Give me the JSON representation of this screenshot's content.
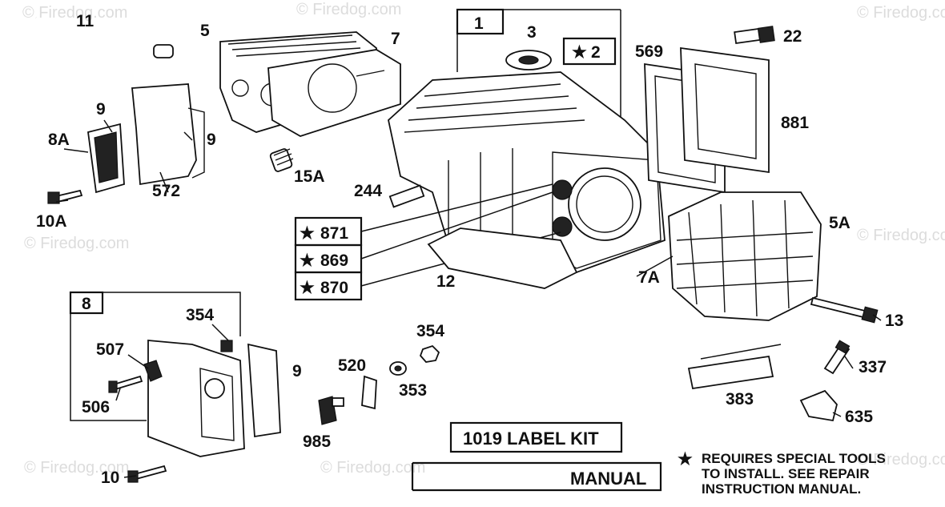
{
  "watermark": "© Firedog.com",
  "callouts": {
    "c11": "11",
    "c5": "5",
    "c7": "7",
    "c1": "1",
    "c3": "3",
    "c2": "2",
    "c569": "569",
    "c22": "22",
    "c881": "881",
    "c9a": "9",
    "c8A": "8A",
    "c9b": "9",
    "c572": "572",
    "c10A": "10A",
    "c15A": "15A",
    "c244": "244",
    "c871": "871",
    "c869": "869",
    "c870": "870",
    "c12": "12",
    "c5A": "5A",
    "c7A": "7A",
    "c13": "13",
    "c8": "8",
    "c354a": "354",
    "c507": "507",
    "c506": "506",
    "c10": "10",
    "c9c": "9",
    "c520": "520",
    "c354b": "354",
    "c353": "353",
    "c985": "985",
    "c337": "337",
    "c383": "383",
    "c635": "635"
  },
  "label_kit": "1019 LABEL KIT",
  "manual": "MANUAL",
  "note": {
    "star": "★",
    "line1": "REQUIRES SPECIAL TOOLS",
    "line2": "TO INSTALL.  SEE REPAIR",
    "line3": "INSTRUCTION MANUAL."
  }
}
